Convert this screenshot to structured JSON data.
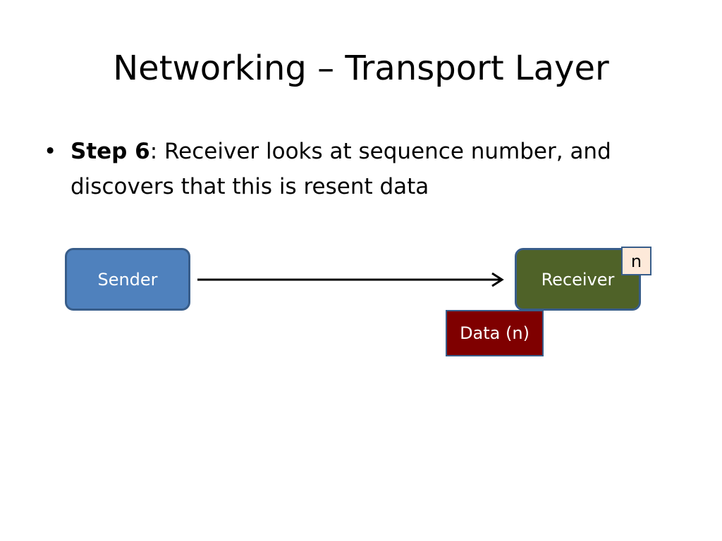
{
  "slide": {
    "title": "Networking – Transport Layer",
    "bullet": {
      "symbol": "•",
      "strong": "Step 6",
      "text": ": Receiver looks at sequence number, and discovers that this is resent data"
    }
  },
  "diagram": {
    "sender_label": "Sender",
    "receiver_label": "Receiver",
    "sequence_tag": "n",
    "packet_label": "Data (n)",
    "colors": {
      "sender_fill": "#4f81bd",
      "receiver_fill": "#4f6228",
      "packet_fill": "#7f0000",
      "tag_fill": "#fde9d9",
      "border": "#385d8a"
    }
  }
}
